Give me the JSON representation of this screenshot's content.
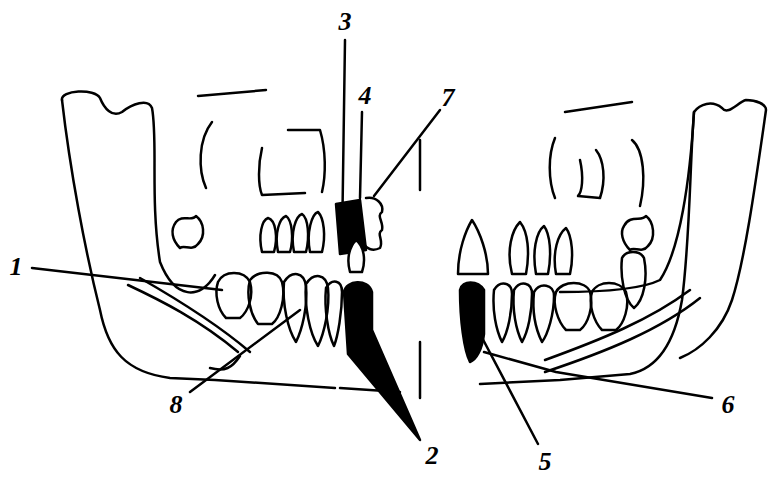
{
  "diagram": {
    "labels": [
      "3",
      "4",
      "7",
      "1",
      "8",
      "2",
      "5",
      "6"
    ]
  }
}
